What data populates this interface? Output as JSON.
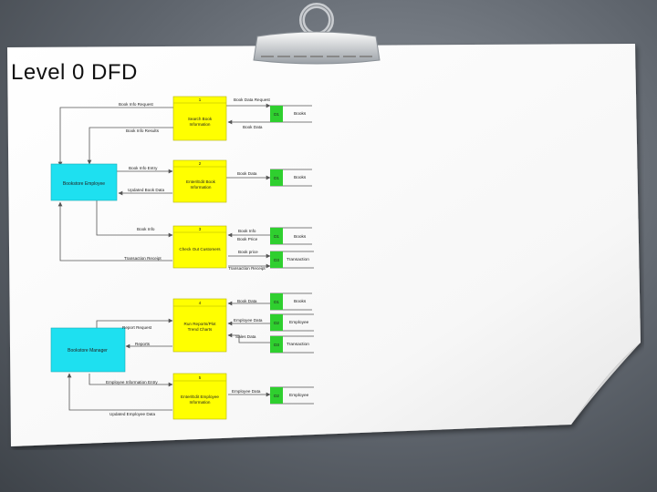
{
  "slide": {
    "title": "Level 0 DFD"
  },
  "colors": {
    "process_fill": "#ffff00",
    "process_stroke": "#b5b500",
    "entity_fill": "#1ee0f0",
    "store_id_fill": "#2fcf2f",
    "line": "#555555",
    "text": "#222222"
  },
  "entities": {
    "bookstore_employee": "Bookstore Employee",
    "bookstore_manager": "Bookstore Manager"
  },
  "processes": [
    {
      "number": "1",
      "label_lines": [
        "Search Book",
        "Information"
      ]
    },
    {
      "number": "2",
      "label_lines": [
        "Enter/Edit Book",
        "Information"
      ]
    },
    {
      "number": "3",
      "label_lines": [
        "Check Out Customers"
      ]
    },
    {
      "number": "4",
      "label_lines": [
        "Run Reports/Plot",
        "Trend Charts"
      ]
    },
    {
      "number": "5",
      "label_lines": [
        "Enter/Edit Employee",
        "Information"
      ]
    }
  ],
  "stores": [
    {
      "id": "D1",
      "name": "Books"
    },
    {
      "id": "D1",
      "name": "Books"
    },
    {
      "id": "D1",
      "name": "Books"
    },
    {
      "id": "D3",
      "name": "Transaction"
    },
    {
      "id": "D1",
      "name": "Books"
    },
    {
      "id": "D2",
      "name": "Employee"
    },
    {
      "id": "D3",
      "name": "Transaction"
    },
    {
      "id": "D2",
      "name": "Employee"
    }
  ],
  "flows": {
    "book_info_request": "Book Info Request",
    "book_info_results": "Book Info Results",
    "book_data_request": "Book Data Request",
    "book_data_1": "Book Data",
    "book_info_entry": "Book Info Entry",
    "updated_book_data": "Updated Book Data",
    "book_data_2": "Book Data",
    "book_info_3": "Book Info",
    "book_info_store": "Book Info",
    "book_price": "Book Price",
    "book_price_2": "Book price",
    "transaction_receipt": "Transaction Receipt",
    "transaction_receipt_store": "Transaction Receipt",
    "book_data_4": "Book Data",
    "employee_data": "Employee Data",
    "sales_data": "Sales Data",
    "report_request": "Report Request",
    "reports": "Reports",
    "employee_information_entry": "Employee Information Entry",
    "employee_data_5": "Employee Data",
    "updated_employee_data": "Updated Employee Data"
  }
}
